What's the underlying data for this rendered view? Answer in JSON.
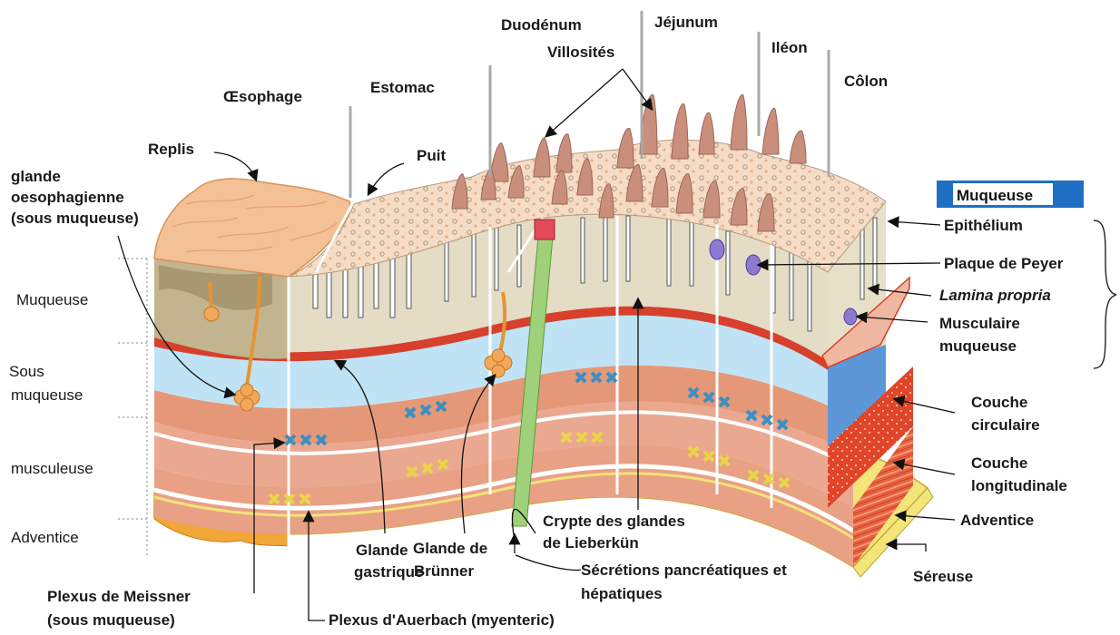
{
  "regions": {
    "oesophage": "Œsophage",
    "estomac": "Estomac",
    "duodenum": "Duodénum",
    "jejunum": "Jéjunum",
    "ileon": "Iléon",
    "colon": "Côlon"
  },
  "left_labels": {
    "replis": "Replis",
    "glande_oeso_1": "glande",
    "glande_oeso_2": "oesophagienne",
    "glande_oeso_3": "(sous muqueuse)",
    "puit": "Puit",
    "villosites": "Villosités"
  },
  "layers_left": {
    "muqueuse": "Muqueuse",
    "sous_muqueuse_1": "Sous",
    "sous_muqueuse_2": "muqueuse",
    "musculeuse": "musculeuse",
    "adventice": "Adventice"
  },
  "right_labels": {
    "header": "Muqueuse",
    "epithelium": "Epithélium",
    "plaque_peyer": "Plaque de Peyer",
    "lamina_propria": "Lamina propria",
    "musc_muq_1": "Musculaire",
    "musc_muq_2": "muqueuse",
    "couche_circ_1": "Couche",
    "couche_circ_2": "circulaire",
    "couche_long_1": "Couche",
    "couche_long_2": "longitudinale",
    "adventice": "Adventice",
    "sereuse": "Séreuse"
  },
  "bottom_labels": {
    "glande_gastrique_1": "Glande",
    "glande_gastrique_2": "gastrique",
    "glande_brunner_1": "Glande de",
    "glande_brunner_2": "Brünner",
    "crypte_1": "Crypte des glandes",
    "crypte_2": "de Lieberkün",
    "secretions_1": "Sécrétions pancréatiques et",
    "secretions_2": "hépatiques",
    "meissner_1": "Plexus de Meissner",
    "meissner_2": "(sous muqueuse)",
    "auerbach": "Plexus d'Auerbach (myenteric)"
  },
  "colors": {
    "header_bar": "#1f6fc4",
    "submucosa": "#bfe3f4",
    "mucosa": "#e4dcc4",
    "muscle": "#e8a184",
    "muscle_dark": "#d4563a",
    "adventice": "#f3e57a",
    "villi": "#c98f7c",
    "duct": "#9fd07a",
    "gland": "#f2a85a"
  }
}
